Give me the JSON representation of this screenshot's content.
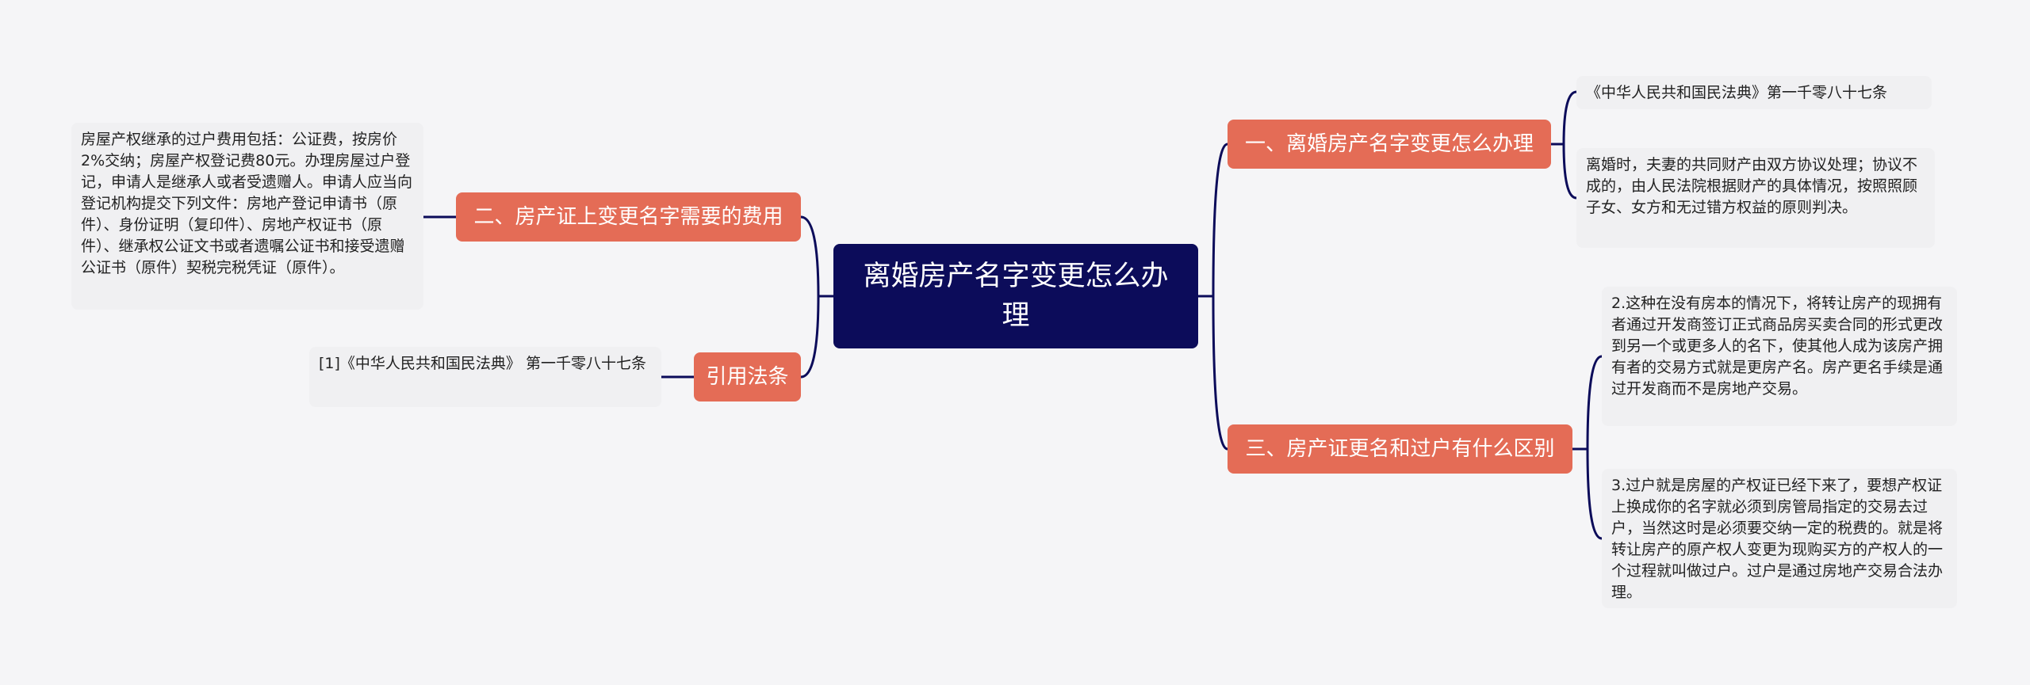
{
  "root": {
    "label": "离婚房产名字变更怎么办理"
  },
  "branches": {
    "b1": {
      "label": "一、离婚房产名字变更怎么办理",
      "leaves": [
        "《中华人民共和国民法典》第一千零八十七条",
        "离婚时，夫妻的共同财产由双方协议处理；协议不成的，由人民法院根据财产的具体情况，按照照顾子女、女方和无过错方权益的原则判决。"
      ]
    },
    "b2": {
      "label": "二、房产证上变更名字需要的费用",
      "leaves": [
        "房屋产权继承的过户费用包括：公证费，按房价2%交纳；房屋产权登记费80元。办理房屋过户登记，申请人是继承人或者受遗赠人。申请人应当向登记机构提交下列文件：房地产登记申请书（原件）、身份证明（复印件）、房地产权证书（原件）、继承权公证文书或者遗嘱公证书和接受遗赠公证书（原件）契税完税凭证（原件）。"
      ]
    },
    "b3": {
      "label": "三、房产证更名和过户有什么区别",
      "leaves": [
        "2.这种在没有房本的情况下，将转让房产的现拥有者通过开发商签订正式商品房买卖合同的形式更改到另一个或更多人的名下，使其他人成为该房产拥有者的交易方式就是更房产名。房产更名手续是通过开发商而不是房地产交易。",
        "3.过户就是房屋的产权证已经下来了，要想产权证上换成你的名字就必须到房管局指定的交易去过户，当然这时是必须要交纳一定的税费的。就是将转让房产的原产权人变更为现购买方的产权人的一个过程就叫做过户。过户是通过房地产交易合法办理。"
      ]
    },
    "b4": {
      "label": "引用法条",
      "leaves": [
        "[1]《中华人民共和国民法典》 第一千零八十七条"
      ]
    }
  },
  "colors": {
    "background": "#f5f5f7",
    "root_fill": "#0c0c5a",
    "branch_fill": "#e46c56",
    "leaf_fill": "#f0f0f2",
    "connector": "#0c0c5a"
  }
}
